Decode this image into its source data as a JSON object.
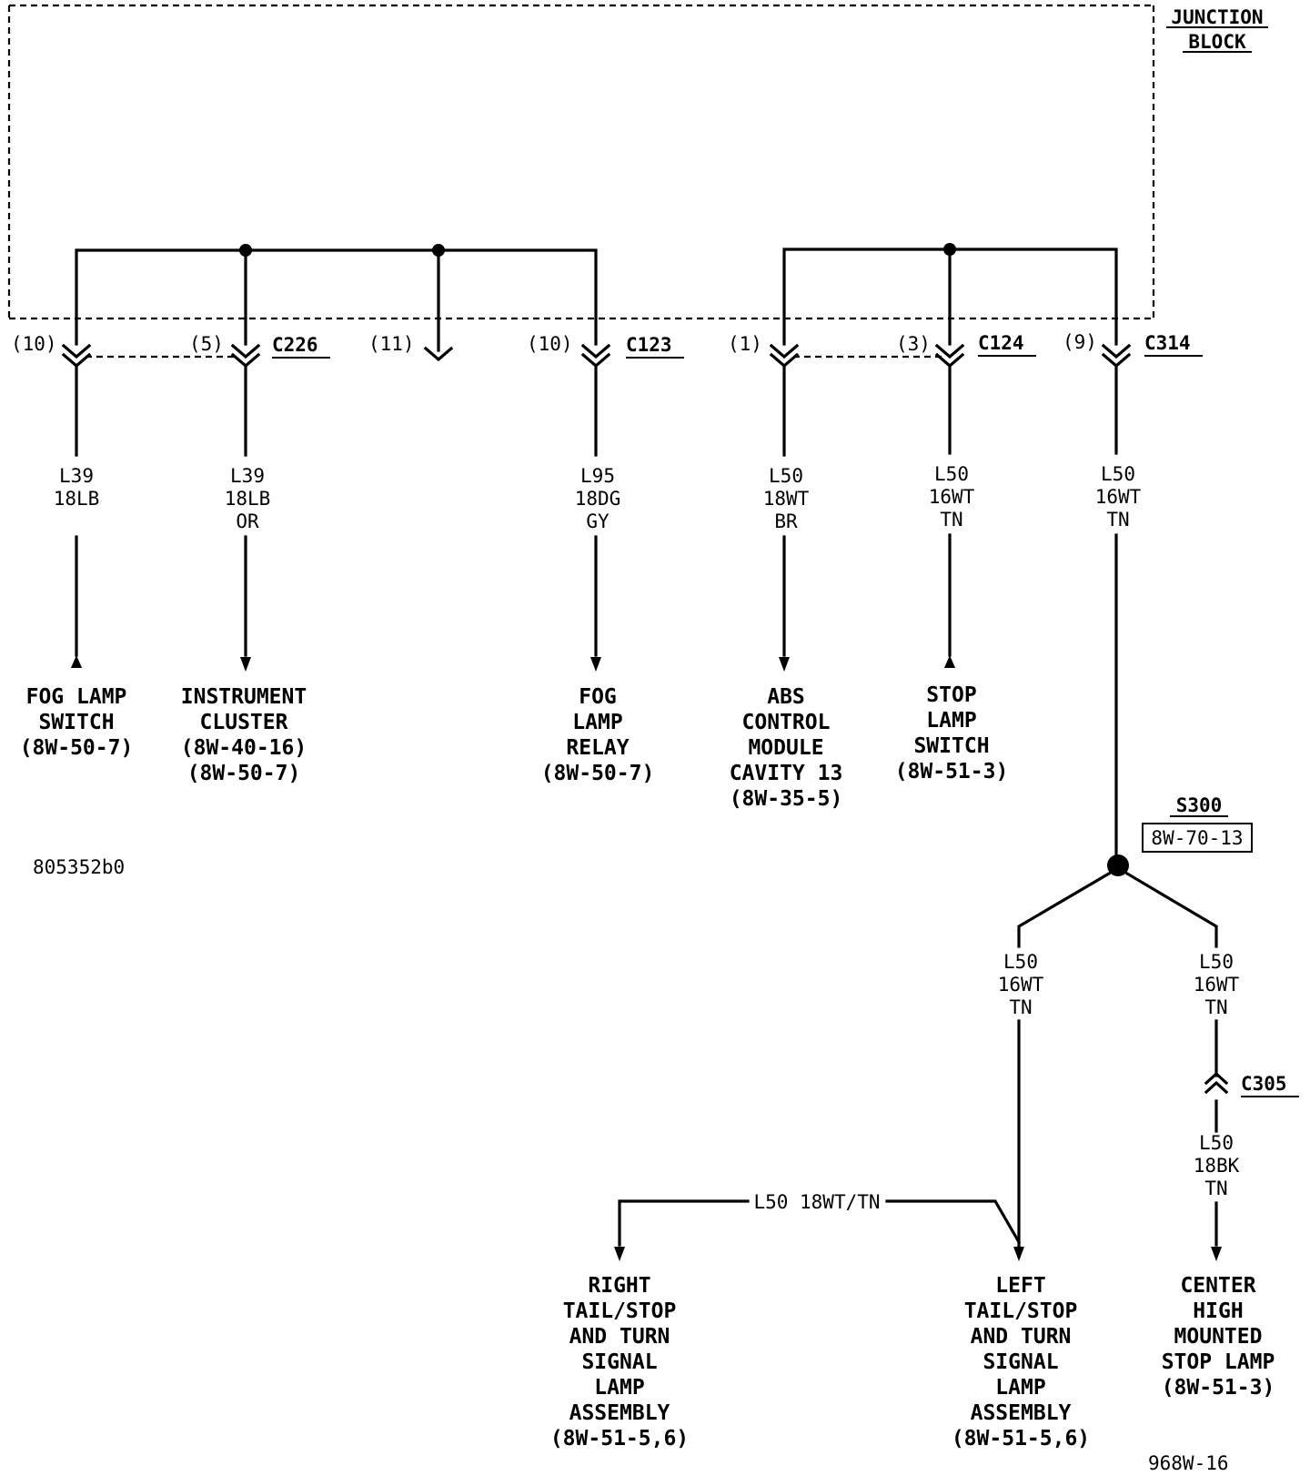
{
  "junction_block": {
    "line1": "JUNCTION",
    "line2": "BLOCK"
  },
  "connectors": {
    "c226": "C226",
    "c123": "C123",
    "c124": "C124",
    "c314": "C314",
    "c305": "C305"
  },
  "pins": {
    "p10a": "(10)",
    "p5": "(5)",
    "p11": "(11)",
    "p10b": "(10)",
    "p1": "(1)",
    "p3": "(3)",
    "p9": "(9)"
  },
  "wires": {
    "w1": [
      "L39",
      "18LB"
    ],
    "w2": [
      "L39",
      "18LB",
      "OR"
    ],
    "w3": [
      "L95",
      "18DG",
      "GY"
    ],
    "w4": [
      "L50",
      "18WT",
      "BR"
    ],
    "w5": [
      "L50",
      "16WT",
      "TN"
    ],
    "w6": [
      "L50",
      "16WT",
      "TN"
    ],
    "w7": [
      "L50",
      "16WT",
      "TN"
    ],
    "w8": [
      "L50",
      "16WT",
      "TN"
    ],
    "w9": [
      "L50",
      "18BK",
      "TN"
    ],
    "w10": "L50 18WT/TN"
  },
  "splice": {
    "name": "S300",
    "ref": "8W-70-13"
  },
  "destinations": {
    "d1": [
      "FOG LAMP",
      "SWITCH",
      "(8W-50-7)"
    ],
    "d2": [
      "INSTRUMENT",
      "CLUSTER",
      "(8W-40-16)",
      "(8W-50-7)"
    ],
    "d3": [
      "FOG",
      "LAMP",
      "RELAY",
      "(8W-50-7)"
    ],
    "d4": [
      "ABS",
      "CONTROL",
      "MODULE",
      "CAVITY 13",
      "(8W-35-5)"
    ],
    "d5": [
      "STOP",
      "LAMP",
      "SWITCH",
      "(8W-51-3)"
    ],
    "d6": [
      "RIGHT",
      "TAIL/STOP",
      "AND TURN",
      "SIGNAL",
      "LAMP",
      "ASSEMBLY",
      "(8W-51-5,6)"
    ],
    "d7": [
      "LEFT",
      "TAIL/STOP",
      "AND TURN",
      "SIGNAL",
      "LAMP",
      "ASSEMBLY",
      "(8W-51-5,6)"
    ],
    "d8": [
      "CENTER",
      "HIGH",
      "MOUNTED",
      "STOP LAMP",
      "(8W-51-3)"
    ]
  },
  "codes": {
    "left": "805352b0",
    "right": "968W-16"
  }
}
